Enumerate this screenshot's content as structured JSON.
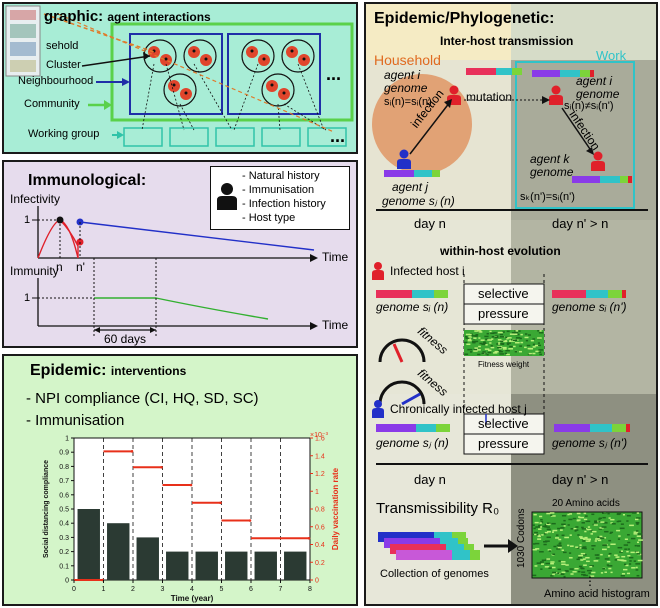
{
  "demographic": {
    "title": "graphic:",
    "subtitle": "agent interactions",
    "household": "sehold",
    "cluster": "Cluster",
    "neighbourhood": "Neighbourhood",
    "community": "Community",
    "working_group": "Working group",
    "dots": "..."
  },
  "immunological": {
    "title": "Immunological:",
    "legend": [
      "- Natural history",
      "- Immunisation",
      "- Infection history",
      "- Host type"
    ],
    "infectivity": "Infectivity",
    "immunity": "Immunity",
    "one_a": "1",
    "one_b": "1",
    "n": "n",
    "n_prime": "n'",
    "time_a": "Time",
    "time_b": "Time",
    "days": "60 days"
  },
  "interventions": {
    "title": "Epidemic:",
    "subtitle": "interventions",
    "item1": "- NPI compliance (CI, HQ, SD, SC)",
    "item2": "- Immunisation"
  },
  "chart_data": {
    "type": "bar",
    "x": [
      0.5,
      1.5,
      2.5,
      3.5,
      4.5,
      5.5,
      6.5,
      7.5
    ],
    "values": [
      0.5,
      0.4,
      0.3,
      0.2,
      0.2,
      0.2,
      0.2,
      0.2
    ],
    "xlabel": "Time (year)",
    "ylabel": "Social distancing compliance",
    "ylim": [
      0,
      1
    ],
    "xlim": [
      0,
      8
    ],
    "x_ticks": [
      "0",
      "1",
      "2",
      "3",
      "4",
      "5",
      "6",
      "7",
      "8"
    ],
    "y_ticks": [
      "0",
      "0.1",
      "0.2",
      "0.3",
      "0.4",
      "0.5",
      "0.6",
      "0.7",
      "0.8",
      "0.9",
      "1"
    ],
    "secondary": {
      "type": "step",
      "ylabel": "Daily vaccination rate",
      "scale_label": "×10⁻³",
      "ylim": [
        0,
        1.6
      ],
      "y_ticks": [
        "0",
        "0.2",
        "0.4",
        "0.6",
        "0.8",
        "1",
        "1.2",
        "1.4",
        "1.6"
      ],
      "segments": [
        {
          "x0": 0,
          "x1": 1,
          "y": 0
        },
        {
          "x0": 1,
          "x1": 2,
          "y": 1.45
        },
        {
          "x0": 2,
          "x1": 3,
          "y": 1.27
        },
        {
          "x0": 3,
          "x1": 4,
          "y": 1.07
        },
        {
          "x0": 4,
          "x1": 5,
          "y": 0.87
        },
        {
          "x0": 5,
          "x1": 6,
          "y": 0.67
        },
        {
          "x0": 6,
          "x1": 8,
          "y": 0.47
        }
      ],
      "color": "#e8301a"
    },
    "bar_color": "#2b3a33"
  },
  "phylo": {
    "title": "Epidemic/Phylogenetic:",
    "inter_title": "Inter-host transmission",
    "household": "Household",
    "work": "Work",
    "agent_i_a": "agent i",
    "genome_a": "genome",
    "si_eq": "sᵢ(n)=sᵢ(n)",
    "mutation": "mutation",
    "agent_i_b": "agent i",
    "genome_b": "genome",
    "si_neq": "sᵢ(n)≠sᵢ(n')",
    "infection_a": "infection",
    "infection_b": "infection",
    "agent_j": "agent j",
    "genome_sj": "genome sⱼ (n)",
    "agent_k": "agent k",
    "genome_k": "genome",
    "sk_eq": "sₖ(n')=sᵢ(n')",
    "day_n": "day n",
    "day_np": "day n' > n",
    "within_title": "within-host evolution",
    "infected_host": "Infected host i",
    "genome_si_n": "genome sᵢ (n)",
    "genome_si_np": "genome sᵢ (n')",
    "selective_a": "selective",
    "pressure_a": "pressure",
    "fitness_a": "fitness",
    "fitness_b": "fitness",
    "fitness_weight": "Fitness weight",
    "chronic_host": "Chronically infected host j",
    "selective_b": "selective",
    "pressure_b": "pressure",
    "genome_sj_n": "genome sⱼ (n)",
    "genome_sj_np": "genome sⱼ (n')",
    "day_n2": "day n",
    "day_np2": "day n' > n",
    "transmissibility": "Transmissibility R₀",
    "amino_title": "20 Amino acids",
    "codons": "1030 Codons",
    "collection": "Collection of genomes",
    "histogram": "Amino acid histogram",
    "vdots": "⋮"
  }
}
